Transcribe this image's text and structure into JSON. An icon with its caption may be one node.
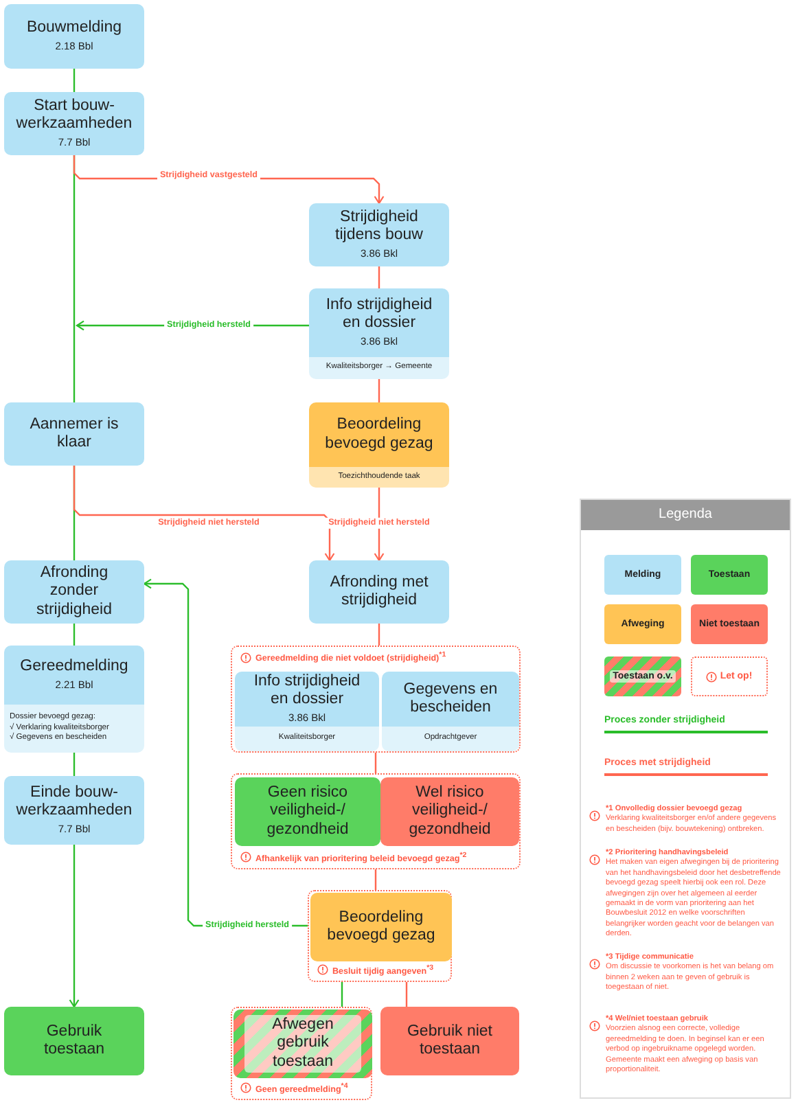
{
  "diagram": {
    "nodes": [
      {
        "text": [
          "Bouwmelding",
          "2.18 Bbl"
        ]
      },
      {
        "text": [
          "Start bouw- werkzaamheden",
          "7.7 Bbl"
        ]
      },
      {
        "text": [
          "Strijdigheid tijdens bouw",
          "3.86 Bkl"
        ]
      },
      {
        "text": [
          "Info strijdigheid en dossier",
          "3.86 Bkl",
          "Kwaliteitsborger → Gemeente"
        ]
      },
      {
        "text": [
          "Beoordeling bevoegd gezag",
          "Toezichthoudende taak"
        ]
      },
      {
        "text": [
          "Aannemer is klaar"
        ]
      },
      {
        "text": [
          "Afronding zonder strijdigheid"
        ]
      },
      {
        "text": [
          "Afronding met strijdigheid"
        ]
      },
      {
        "text": [
          "Gereedmelding die niet voldoet (strijdigheid)$^{*1}$"
        ]
      },
      {
        "text": [
          "Info strijdigheid en dossier",
          "3.86 Bkl",
          "Kwaliteitsborger"
        ],
        "in": 8
      },
      {
        "text": [
          "Gegevens en bescheiden",
          "Opdrachtgever"
        ],
        "in": 8
      },
      {
        "text": [
          "Gereedmelding",
          "2.21 Bbl",
          "Dossier bevoegd gezag:",
          "√ Verklaring kwaliteitsborger",
          "√ Gegevens en bescheiden"
        ]
      },
      {
        "text": [
          "Einde bouw- werkzaamheden",
          "7.7 Bbl"
        ]
      },
      {
        "text": [
          "Afhankelijk van prioritering beleid bevoegd gezag$^{*2}$"
        ]
      },
      {
        "text": [
          "Geen risico veiligheid-/ gezondheid"
        ],
        "in": 13
      },
      {
        "text": [
          "Wel risico veiligheid-/ gezondheid"
        ],
        "in": 13
      },
      {
        "text": [
          "Besluit tijdig aangeven$^{*3}$"
        ]
      },
      {
        "text": [
          "Beoordeling bevoegd gezag"
        ],
        "in": 16
      },
      {
        "text": [
          "Gebruik toestaan"
        ]
      },
      {
        "text": [
          "Geen gereedmelding$^{*4}$"
        ]
      },
      {
        "text": [
          "Afwegen gebruik toestaan"
        ],
        "in": 19
      },
      {
        "text": [
          "Gebruik niet toestaan"
        ]
      }
    ],
    "edges": [
      {
        "from": 0,
        "to": 1,
        "arrow": "none",
        "color": "#2bbd2b"
      },
      {
        "from": 1,
        "to": 5,
        "arrow": "none",
        "color": "#2bbd2b"
      },
      {
        "from": 1,
        "to": 2,
        "arrow": "to",
        "label": "Strijdigheid vastgesteld",
        "color": "#ff6650"
      },
      {
        "from": 2,
        "to": 3,
        "arrow": "none",
        "color": "#ff6650"
      },
      {
        "from": 3,
        "to": null,
        "arrow": "to",
        "label": "Strijdigheid hersteld",
        "color": "#2bbd2b"
      },
      {
        "from": 3,
        "to": 4,
        "arrow": "none",
        "color": "#ff6650"
      },
      {
        "from": 5,
        "to": 6,
        "arrow": "none",
        "color": "#2bbd2b"
      },
      {
        "from": 5,
        "to": 7,
        "arrow": "to",
        "label": "Strijdigheid niet hersteld",
        "color": "#ff6650"
      },
      {
        "from": 4,
        "to": 7,
        "arrow": "to",
        "label": "Strijdigheid niet hersteld",
        "color": "#ff6650"
      },
      {
        "from": 6,
        "to": 11,
        "arrow": "none",
        "color": "#2bbd2b"
      },
      {
        "from": 7,
        "to": 8,
        "arrow": "none",
        "color": "#ff6650"
      },
      {
        "from": 11,
        "to": 12,
        "arrow": "none",
        "color": "#2bbd2b"
      },
      {
        "from": 12,
        "to": 18,
        "arrow": "to",
        "color": "#2bbd2b"
      },
      {
        "from": 8,
        "to": 13,
        "arrow": "none",
        "color": "#ff6650"
      },
      {
        "from": 13,
        "to": 16,
        "arrow": "none",
        "color": "#ff6650"
      },
      {
        "from": 17,
        "to": 6,
        "arrow": "to",
        "label": "Strijdigheid hersteld",
        "color": "#2bbd2b"
      },
      {
        "from": 16,
        "to": 19,
        "arrow": "none",
        "color": "#2bbd2b"
      },
      {
        "from": 16,
        "to": 21,
        "arrow": "none",
        "color": "#ff6650"
      }
    ],
    "labels": [
      "Legenda",
      "*1 Onvolledig dossier bevoegd gezag",
      "Verklaring kwaliteitsborger en/of andere gegevens en bescheiden (bijv. bouwtekening) ontbreken.",
      "*2 Prioritering handhavingsbeleid",
      "Het maken van eigen afwegingen bij de prioritering van het handhavingsbeleid door het desbetreffende bevoegd gezag speelt hierbij ook een rol. Deze afwegingen zijn over het algemeen al eerder gemaakt in de vorm van prioritering aan het Bouwbesluit 2012 en welke voorschriften belangrijker worden geacht voor de belangen van derden.",
      "*3 Tijdige communicatie",
      "Om discussie te voorkomen is het van belang om binnen 2 weken aan te geven of gebruik is toegestaan of niet.",
      "*4 Wel/niet toestaan gebruik",
      "Voorzien alsnog een correcte, volledige gereedmelding te doen. In beginsel kan er een verbod op ingebruikname opgelegd worden. Gemeente maakt een afweging op basis van proportionaliteit."
    ],
    "legend": [
      {
        "text": "Melding",
        "color": "#b3e2f6"
      },
      {
        "text": "Toestaan",
        "color": "#5ad35b"
      },
      {
        "text": "Afweging",
        "color": "#ffc455"
      },
      {
        "text": "Niet toestaan",
        "color": "#ff7c69"
      },
      {
        "text": "Toestaan o.v."
      },
      {
        "text": "Let op!"
      },
      {
        "text": "Proces zonder strijdigheid"
      },
      {
        "text": "Proces met strijdigheid"
      }
    ]
  }
}
